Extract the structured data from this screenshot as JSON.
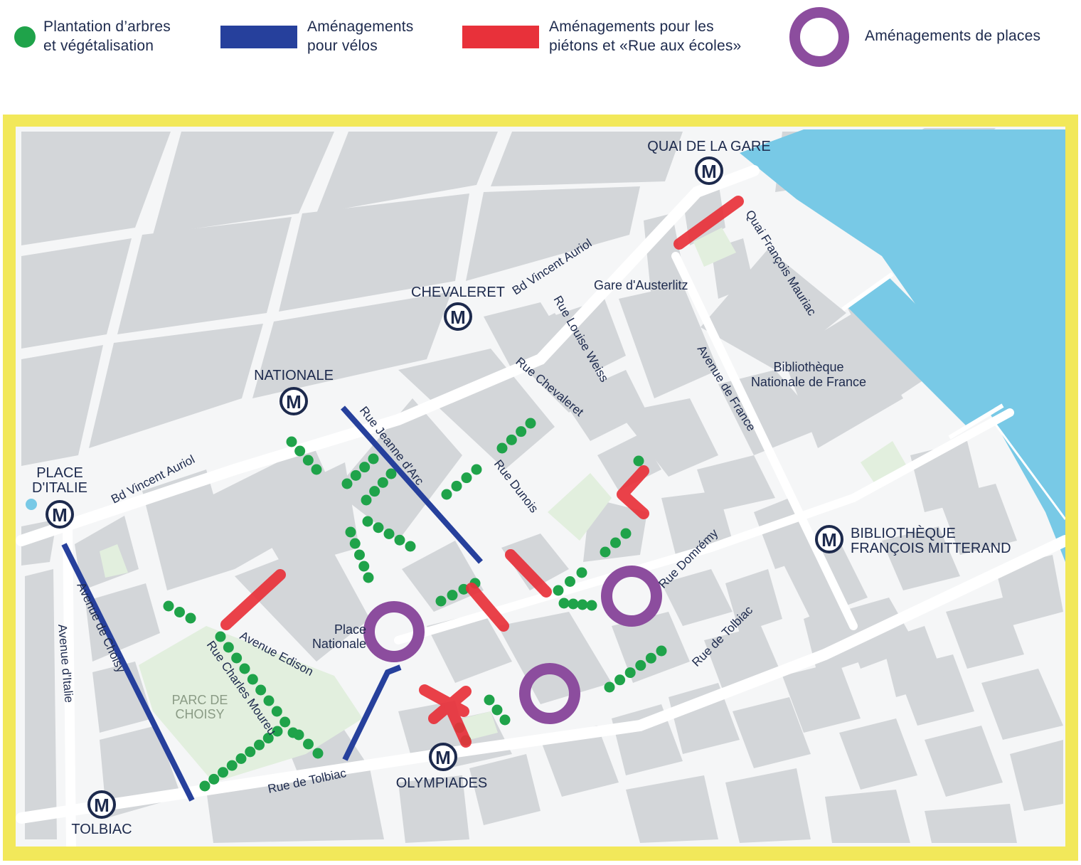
{
  "legend": {
    "trees_line1": "Plantation d’arbres",
    "trees_line2": "et végétalisation",
    "bikes_line1": "Aménagements",
    "bikes_line2": "pour vélos",
    "pedestrians_line1": "Aménagements pour les",
    "pedestrians_line2": "piétons et «Rue aux écoles»",
    "squares": "Aménagements de places"
  },
  "metro": {
    "symbol": "M",
    "quai_de_la_gare": "QUAI DE LA GARE",
    "chevaleret": "CHEVALERET",
    "nationale": "NATIONALE",
    "place_italie_line1": "PLACE",
    "place_italie_line2": "D'ITALIE",
    "bibliotheque_line1": "BIBLIOTHÈQUE",
    "bibliotheque_line2": "FRANÇOIS MITTERAND",
    "olympiades": "OLYMPIADES",
    "tolbiac": "TOLBIAC"
  },
  "streets": {
    "bd_vincent_auriol_east": "Bd Vincent Auriol",
    "bd_vincent_auriol_west": "Bd Vincent Auriol",
    "quai_francois_mauriac": "Quai François Mauriac",
    "rue_louise_weiss": "Rue Louise Weiss",
    "rue_chevaleret": "Rue Chevaleret",
    "avenue_de_france": "Avenue de France",
    "rue_jeanne_darc": "Rue Jeanne d'Arc",
    "rue_dunois": "Rue Dunois",
    "rue_domremy": "Rue Domrémy",
    "rue_de_tolbiac_east": "Rue de Tolbiac",
    "rue_de_tolbiac_west": "Rue de Tolbiac",
    "avenue_edison": "Avenue Edison",
    "rue_charles_moureu": "Rue Charles Moureu",
    "avenue_de_choisy": "Avenue de Choisy",
    "avenue_ditalie": "Avenue d'Italie"
  },
  "places": {
    "gare_austerlitz": "Gare d'Austerlitz",
    "bnf_line1": "Bibliothèque",
    "bnf_line2": "Nationale de France",
    "place_nationale_line1": "Place",
    "place_nationale_line2": "Nationale",
    "parc_line1": "PARC DE",
    "parc_line2": "CHOISY"
  },
  "colors": {
    "trees": "#1fa34a",
    "bikes": "#26409c",
    "pedestrians": "#e8313a",
    "squares": "#8c4d9e",
    "frame": "#f2e85a",
    "water": "#78c9e6",
    "blocks": "#d3d6d9",
    "parks": "#e2efde",
    "text": "#1d2a4d"
  },
  "icons": {
    "metro": "metro-m-icon"
  }
}
